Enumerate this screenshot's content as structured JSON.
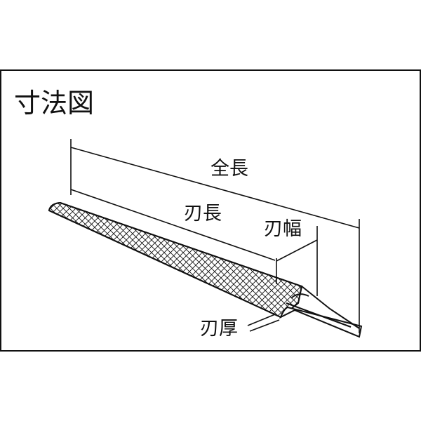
{
  "title": "寸法図",
  "labels": {
    "overall_length": "全長",
    "blade_length": "刃長",
    "blade_width": "刃幅",
    "blade_thickness": "刃厚"
  }
}
